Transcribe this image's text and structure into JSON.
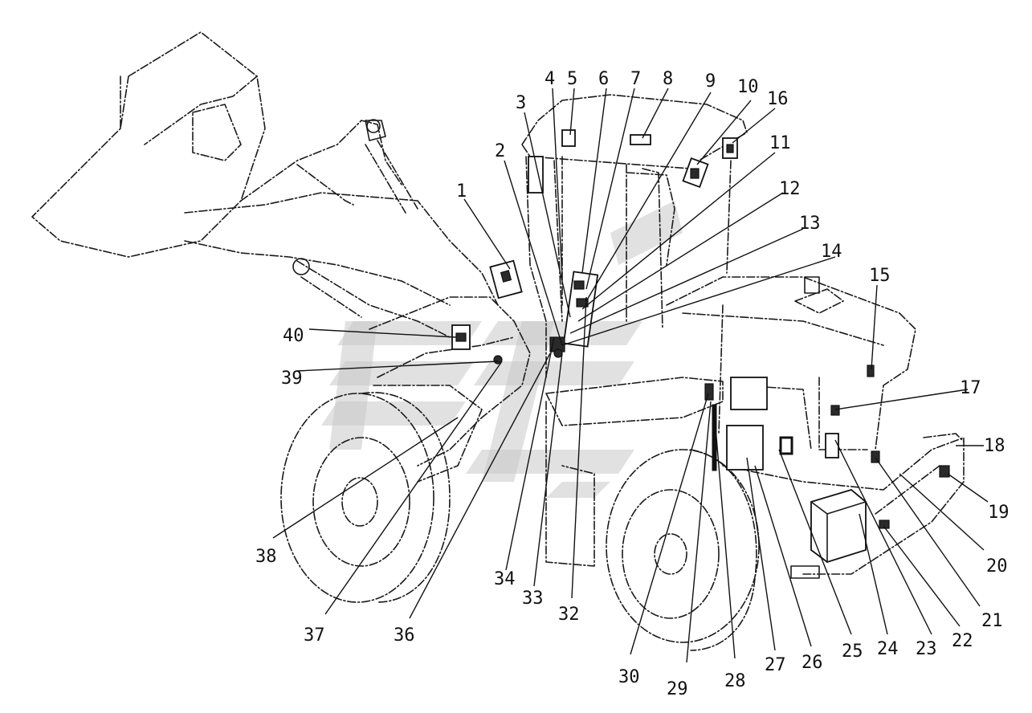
{
  "diagram": {
    "callouts": [
      {
        "id": "1",
        "label": "1"
      },
      {
        "id": "2",
        "label": "2"
      },
      {
        "id": "3",
        "label": "3"
      },
      {
        "id": "4",
        "label": "4"
      },
      {
        "id": "5",
        "label": "5"
      },
      {
        "id": "6",
        "label": "6"
      },
      {
        "id": "7",
        "label": "7"
      },
      {
        "id": "8",
        "label": "8"
      },
      {
        "id": "9",
        "label": "9"
      },
      {
        "id": "10",
        "label": "10"
      },
      {
        "id": "16",
        "label": "16"
      },
      {
        "id": "11",
        "label": "11"
      },
      {
        "id": "12",
        "label": "12"
      },
      {
        "id": "13",
        "label": "13"
      },
      {
        "id": "14",
        "label": "14"
      },
      {
        "id": "15",
        "label": "15"
      },
      {
        "id": "17",
        "label": "17"
      },
      {
        "id": "18",
        "label": "18"
      },
      {
        "id": "19",
        "label": "19"
      },
      {
        "id": "20",
        "label": "20"
      },
      {
        "id": "21",
        "label": "21"
      },
      {
        "id": "22",
        "label": "22"
      },
      {
        "id": "23",
        "label": "23"
      },
      {
        "id": "24",
        "label": "24"
      },
      {
        "id": "25",
        "label": "25"
      },
      {
        "id": "26",
        "label": "26"
      },
      {
        "id": "27",
        "label": "27"
      },
      {
        "id": "28",
        "label": "28"
      },
      {
        "id": "29",
        "label": "29"
      },
      {
        "id": "30",
        "label": "30"
      },
      {
        "id": "32",
        "label": "32"
      },
      {
        "id": "33",
        "label": "33"
      },
      {
        "id": "34",
        "label": "34"
      },
      {
        "id": "36",
        "label": "36"
      },
      {
        "id": "37",
        "label": "37"
      },
      {
        "id": "38",
        "label": "38"
      },
      {
        "id": "39",
        "label": "39"
      },
      {
        "id": "40",
        "label": "40"
      }
    ]
  }
}
